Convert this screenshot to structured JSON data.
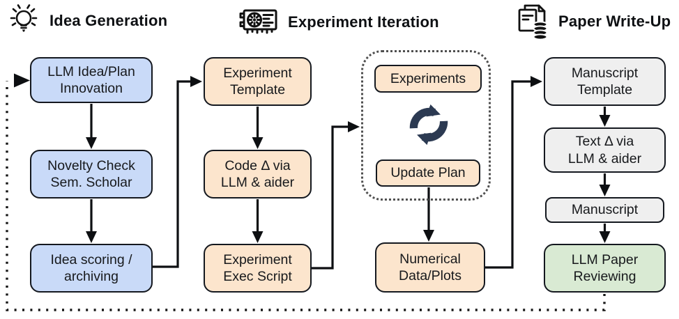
{
  "figure": {
    "type": "flow-diagram",
    "background": "#ffffff"
  },
  "sections": [
    {
      "label": "Idea Generation",
      "icon": "lightbulb-icon"
    },
    {
      "label": "Experiment Iteration",
      "icon": "gpu-card-icon"
    },
    {
      "label": "Paper Write-Up",
      "icon": "paper-database-icon"
    }
  ],
  "nodes": [
    {
      "id": "llm-idea-plan-innovation",
      "label": "LLM Idea/Plan\nInnovation",
      "fill": "#c9daf8"
    },
    {
      "id": "novelty-check",
      "label": "Novelty Check\nSem. Scholar",
      "fill": "#c9daf8"
    },
    {
      "id": "idea-scoring-archiving",
      "label": "Idea scoring /\narchiving",
      "fill": "#c9daf8"
    },
    {
      "id": "experiment-template",
      "label": "Experiment\nTemplate",
      "fill": "#fce5cd"
    },
    {
      "id": "code-delta-via-llm-aider",
      "label": "Code Δ via\nLLM & aider",
      "fill": "#fce5cd"
    },
    {
      "id": "experiment-exec-script",
      "label": "Experiment\nExec Script",
      "fill": "#fce5cd"
    },
    {
      "id": "experiments",
      "label": "Experiments",
      "fill": "#fce5cd"
    },
    {
      "id": "update-plan",
      "label": "Update Plan",
      "fill": "#fce5cd"
    },
    {
      "id": "numerical-data-plots",
      "label": "Numerical\nData/Plots",
      "fill": "#fce5cd"
    },
    {
      "id": "manuscript-template",
      "label": "Manuscript\nTemplate",
      "fill": "#efefef"
    },
    {
      "id": "text-delta-via-llm-aider",
      "label": "Text Δ via\nLLM & aider",
      "fill": "#efefef"
    },
    {
      "id": "manuscript",
      "label": "Manuscript",
      "fill": "#efefef"
    },
    {
      "id": "llm-paper-reviewing",
      "label": "LLM Paper\nReviewing",
      "fill": "#d9ead3"
    }
  ],
  "icons": {
    "loop_icon": "cycle-arrows-icon"
  },
  "colors": {
    "node_border": "#14181f",
    "arrow": "#0d0f12",
    "cycle_icon": "#2c3a52",
    "feedback_dotted": "#161616",
    "container_dotted": "#4f4f4f",
    "blue_fill": "#c9daf8",
    "orange_fill": "#fce5cd",
    "gray_fill": "#efefef",
    "green_fill": "#d9ead3"
  }
}
